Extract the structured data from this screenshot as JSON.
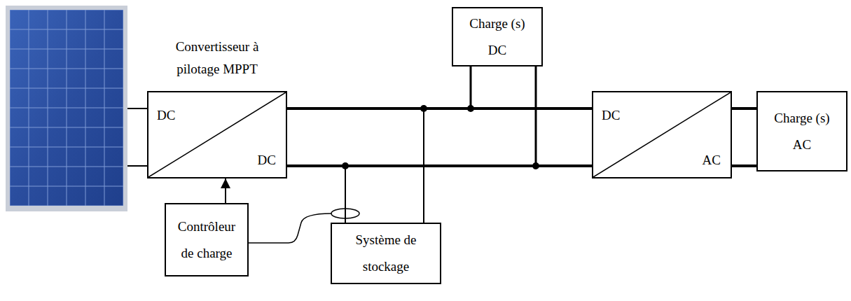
{
  "diagram": {
    "nodes": [
      {
        "text": [
          "Convertisseur à pilotage MPPT",
          "DC",
          "DC"
        ]
      },
      {
        "text": [
          "Charge (s) DC"
        ]
      },
      {
        "text": [
          "DC",
          "AC"
        ]
      },
      {
        "text": [
          "Charge (s) AC"
        ]
      },
      {
        "text": [
          "Contrôleur de charge"
        ]
      },
      {
        "text": [
          "Système de stockage"
        ]
      }
    ],
    "edges": [
      {
        "from": 0,
        "to": 2,
        "arrow": "none"
      },
      {
        "from": 0,
        "to": 2,
        "arrow": "none"
      },
      {
        "from": 1,
        "to": 0,
        "arrow": "none"
      },
      {
        "from": 1,
        "to": 0,
        "arrow": "none"
      },
      {
        "from": 5,
        "to": 0,
        "arrow": "none"
      },
      {
        "from": 5,
        "to": 0,
        "arrow": "none"
      },
      {
        "from": 2,
        "to": 3,
        "arrow": "none"
      },
      {
        "from": 2,
        "to": 3,
        "arrow": "none"
      },
      {
        "from": 4,
        "to": 0,
        "arrow": "to"
      }
    ]
  }
}
